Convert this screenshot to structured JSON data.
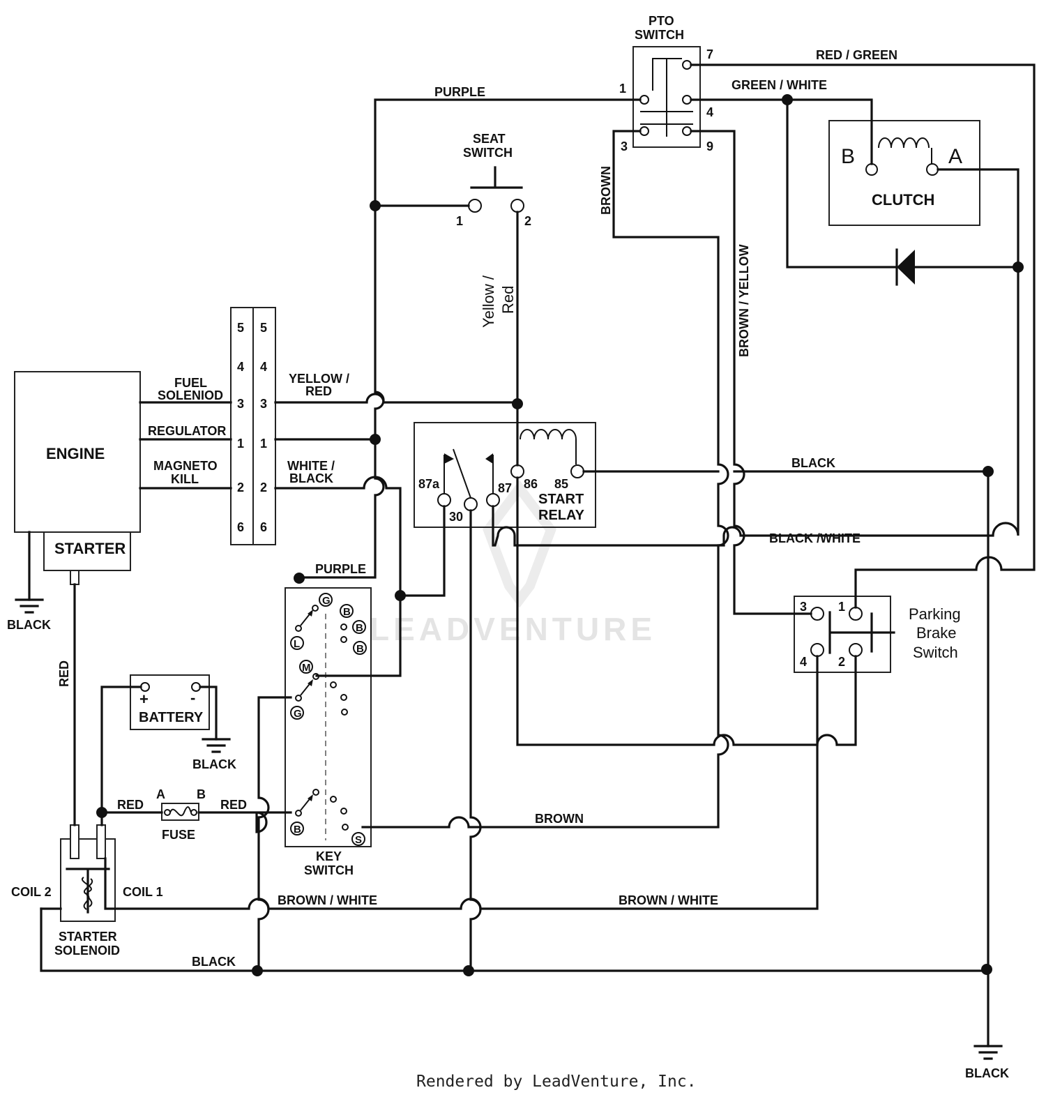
{
  "labels": {
    "pto_switch": [
      "PTO",
      "SWITCH"
    ],
    "red_green": "RED / GREEN",
    "purple_top": "PURPLE",
    "green_white": "GREEN / WHITE",
    "seat_switch": [
      "SEAT",
      "SWITCH"
    ],
    "clutch": "CLUTCH",
    "clutch_b": "B",
    "clutch_a": "A",
    "brown": "BROWN",
    "brown_yellow": "BROWN / YELLOW",
    "yellow_red_vertical": [
      "Yellow /",
      "Red"
    ],
    "engine": "ENGINE",
    "starter": "STARTER",
    "fuel_solenoid": [
      "FUEL",
      "SOLENIOD"
    ],
    "regulator": "REGULATOR",
    "magneto_kill": [
      "MAGNETO",
      "KILL"
    ],
    "yellow_red": [
      "YELLOW /",
      "RED"
    ],
    "white_black": [
      "WHITE /",
      "BLACK"
    ],
    "start_relay": [
      "START",
      "RELAY"
    ],
    "black_relay": "BLACK",
    "black_white": "BLACK /WHITE",
    "purple_key": "PURPLE",
    "parking_brake": [
      "Parking",
      "Brake",
      "Switch"
    ],
    "black_ground_left": "BLACK",
    "red_vertical": "RED",
    "battery": "BATTERY",
    "battery_plus": "+",
    "battery_minus": "-",
    "black_battery": "BLACK",
    "red_left": "RED",
    "red_right": "RED",
    "fuse_a": "A",
    "fuse_b": "B",
    "fuse": "FUSE",
    "brown_key": "BROWN",
    "key_switch": [
      "KEY",
      "SWITCH"
    ],
    "coil2": "COIL 2",
    "coil1": "COIL 1",
    "starter_solenoid": [
      "STARTER",
      "SOLENOID"
    ],
    "brown_white_left": "BROWN / WHITE",
    "brown_white_right": "BROWN / WHITE",
    "black_bottom": "BLACK",
    "black_ground_right": "BLACK",
    "watermark": "LEADVENTURE",
    "footer": "Rendered by LeadVenture, Inc."
  },
  "pins": {
    "pto": [
      "7",
      "1",
      "4",
      "3",
      "9"
    ],
    "seat": [
      "1",
      "2"
    ],
    "connector_left": [
      "5",
      "4",
      "3",
      "1",
      "2",
      "6"
    ],
    "connector_right": [
      "5",
      "4",
      "3",
      "1",
      "2",
      "6"
    ],
    "relay": [
      "87a",
      "30",
      "87",
      "86",
      "85"
    ],
    "parking": [
      "3",
      "1",
      "4",
      "2"
    ],
    "key": [
      "G",
      "B",
      "B",
      "B",
      "L",
      "M",
      "G",
      "B",
      "S"
    ]
  }
}
